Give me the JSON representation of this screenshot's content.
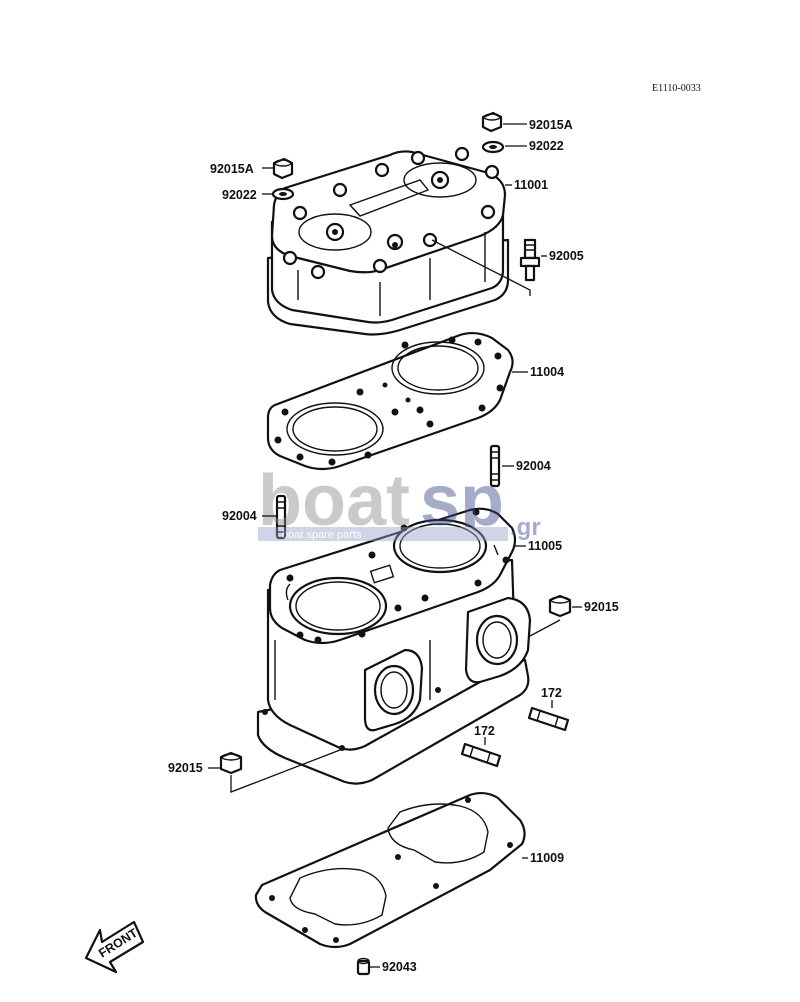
{
  "diagram": {
    "code": "E1110-0033",
    "front_label": "FRONT",
    "watermark": {
      "brand_a": "boat",
      "brand_b": "sp",
      "tld": ".gr",
      "tagline": "boat spare parts"
    },
    "labels": {
      "p92015A_r": "92015A",
      "p92022_r": "92022",
      "p11001": "11001",
      "p92015A_l": "92015A",
      "p92022_l": "92022",
      "p92005": "92005",
      "p11004": "11004",
      "p92004_r": "92004",
      "p92004_l": "92004",
      "p11005": "11005",
      "p92015_r": "92015",
      "p172_a": "172",
      "p172_b": "172",
      "p92015_l": "92015",
      "p11009": "11009",
      "p92043": "92043"
    }
  }
}
